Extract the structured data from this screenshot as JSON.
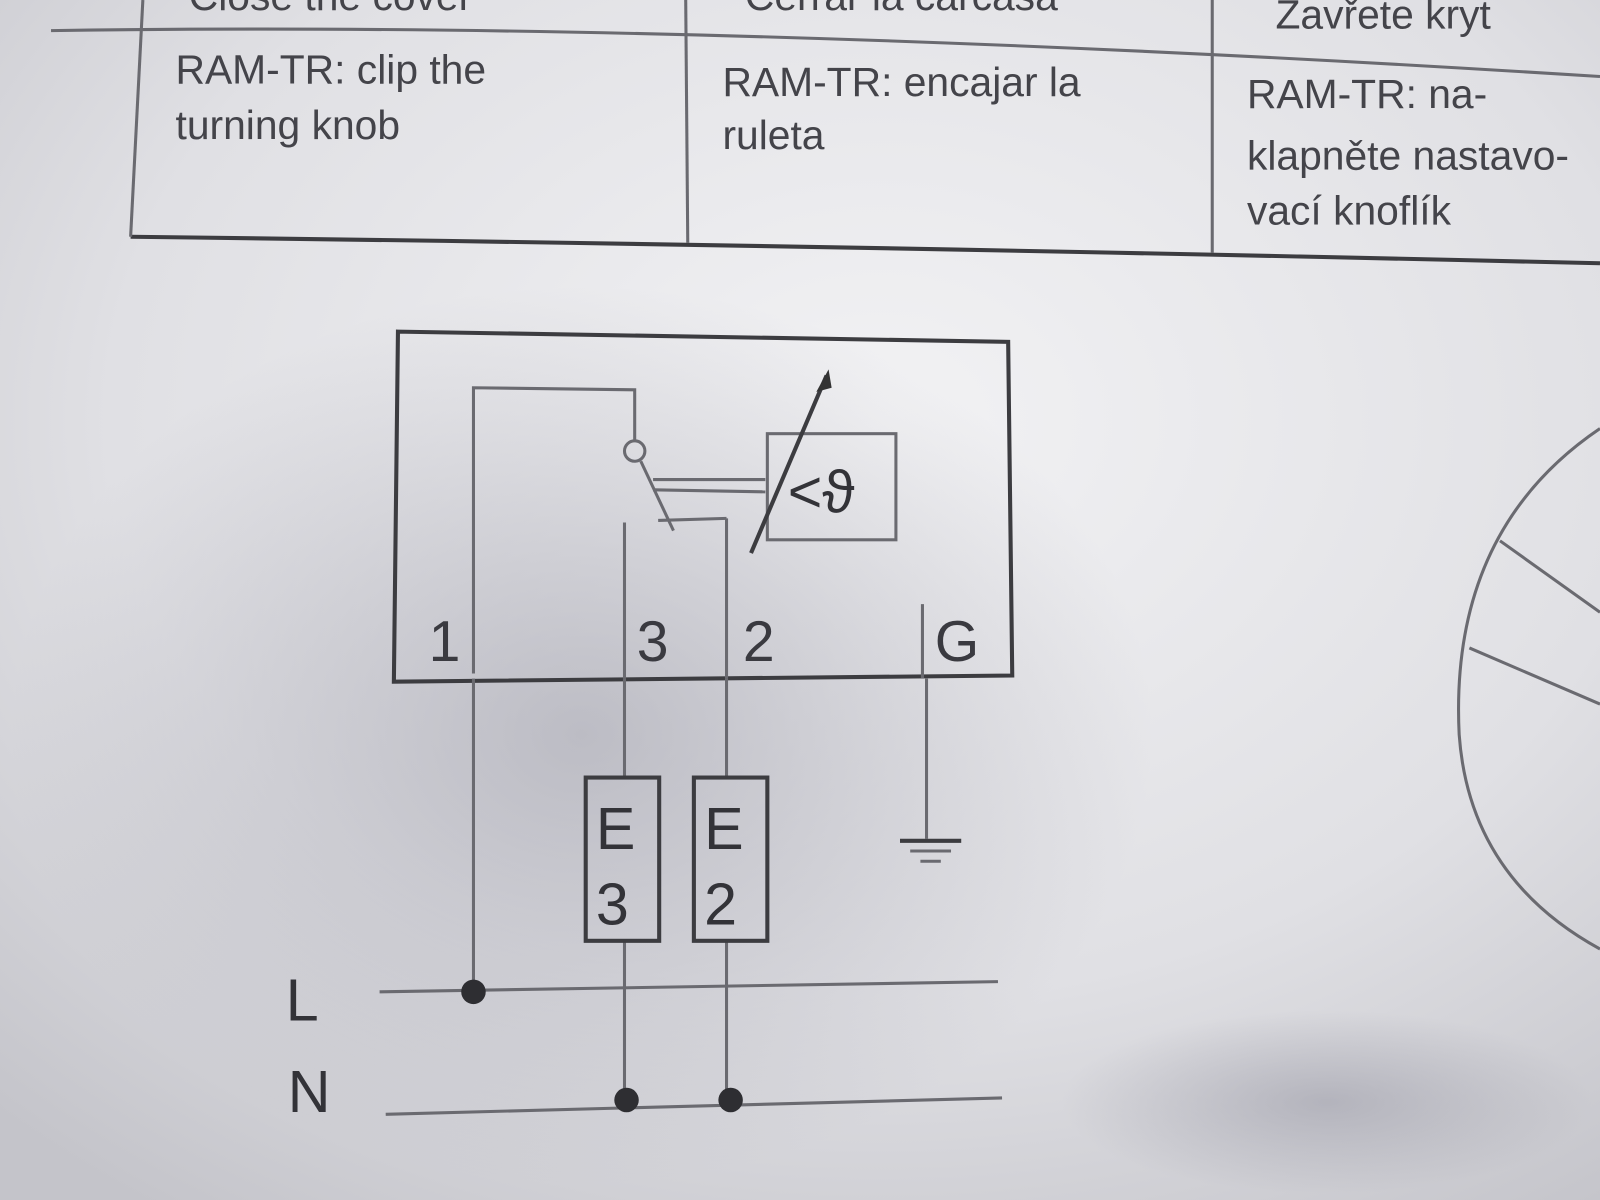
{
  "table": {
    "header_row": [
      "Close the cover",
      "Cerrar la carcasa",
      "Zavřete kryt"
    ],
    "row": [
      {
        "lines": [
          "RAM-TR: clip the",
          "turning knob"
        ]
      },
      {
        "lines": [
          "RAM-TR: encajar la",
          "ruleta"
        ]
      },
      {
        "lines": [
          "RAM-TR:  na-",
          "klapněte nastavo-",
          "vací knoflík"
        ]
      }
    ]
  },
  "diagram": {
    "sensor_label": "<ϑ",
    "terminals": [
      "1",
      "3",
      "2",
      "G"
    ],
    "loads": [
      {
        "letter": "E",
        "number": "3"
      },
      {
        "letter": "E",
        "number": "2"
      }
    ],
    "lines": {
      "live": "L",
      "neutral": "N"
    }
  }
}
